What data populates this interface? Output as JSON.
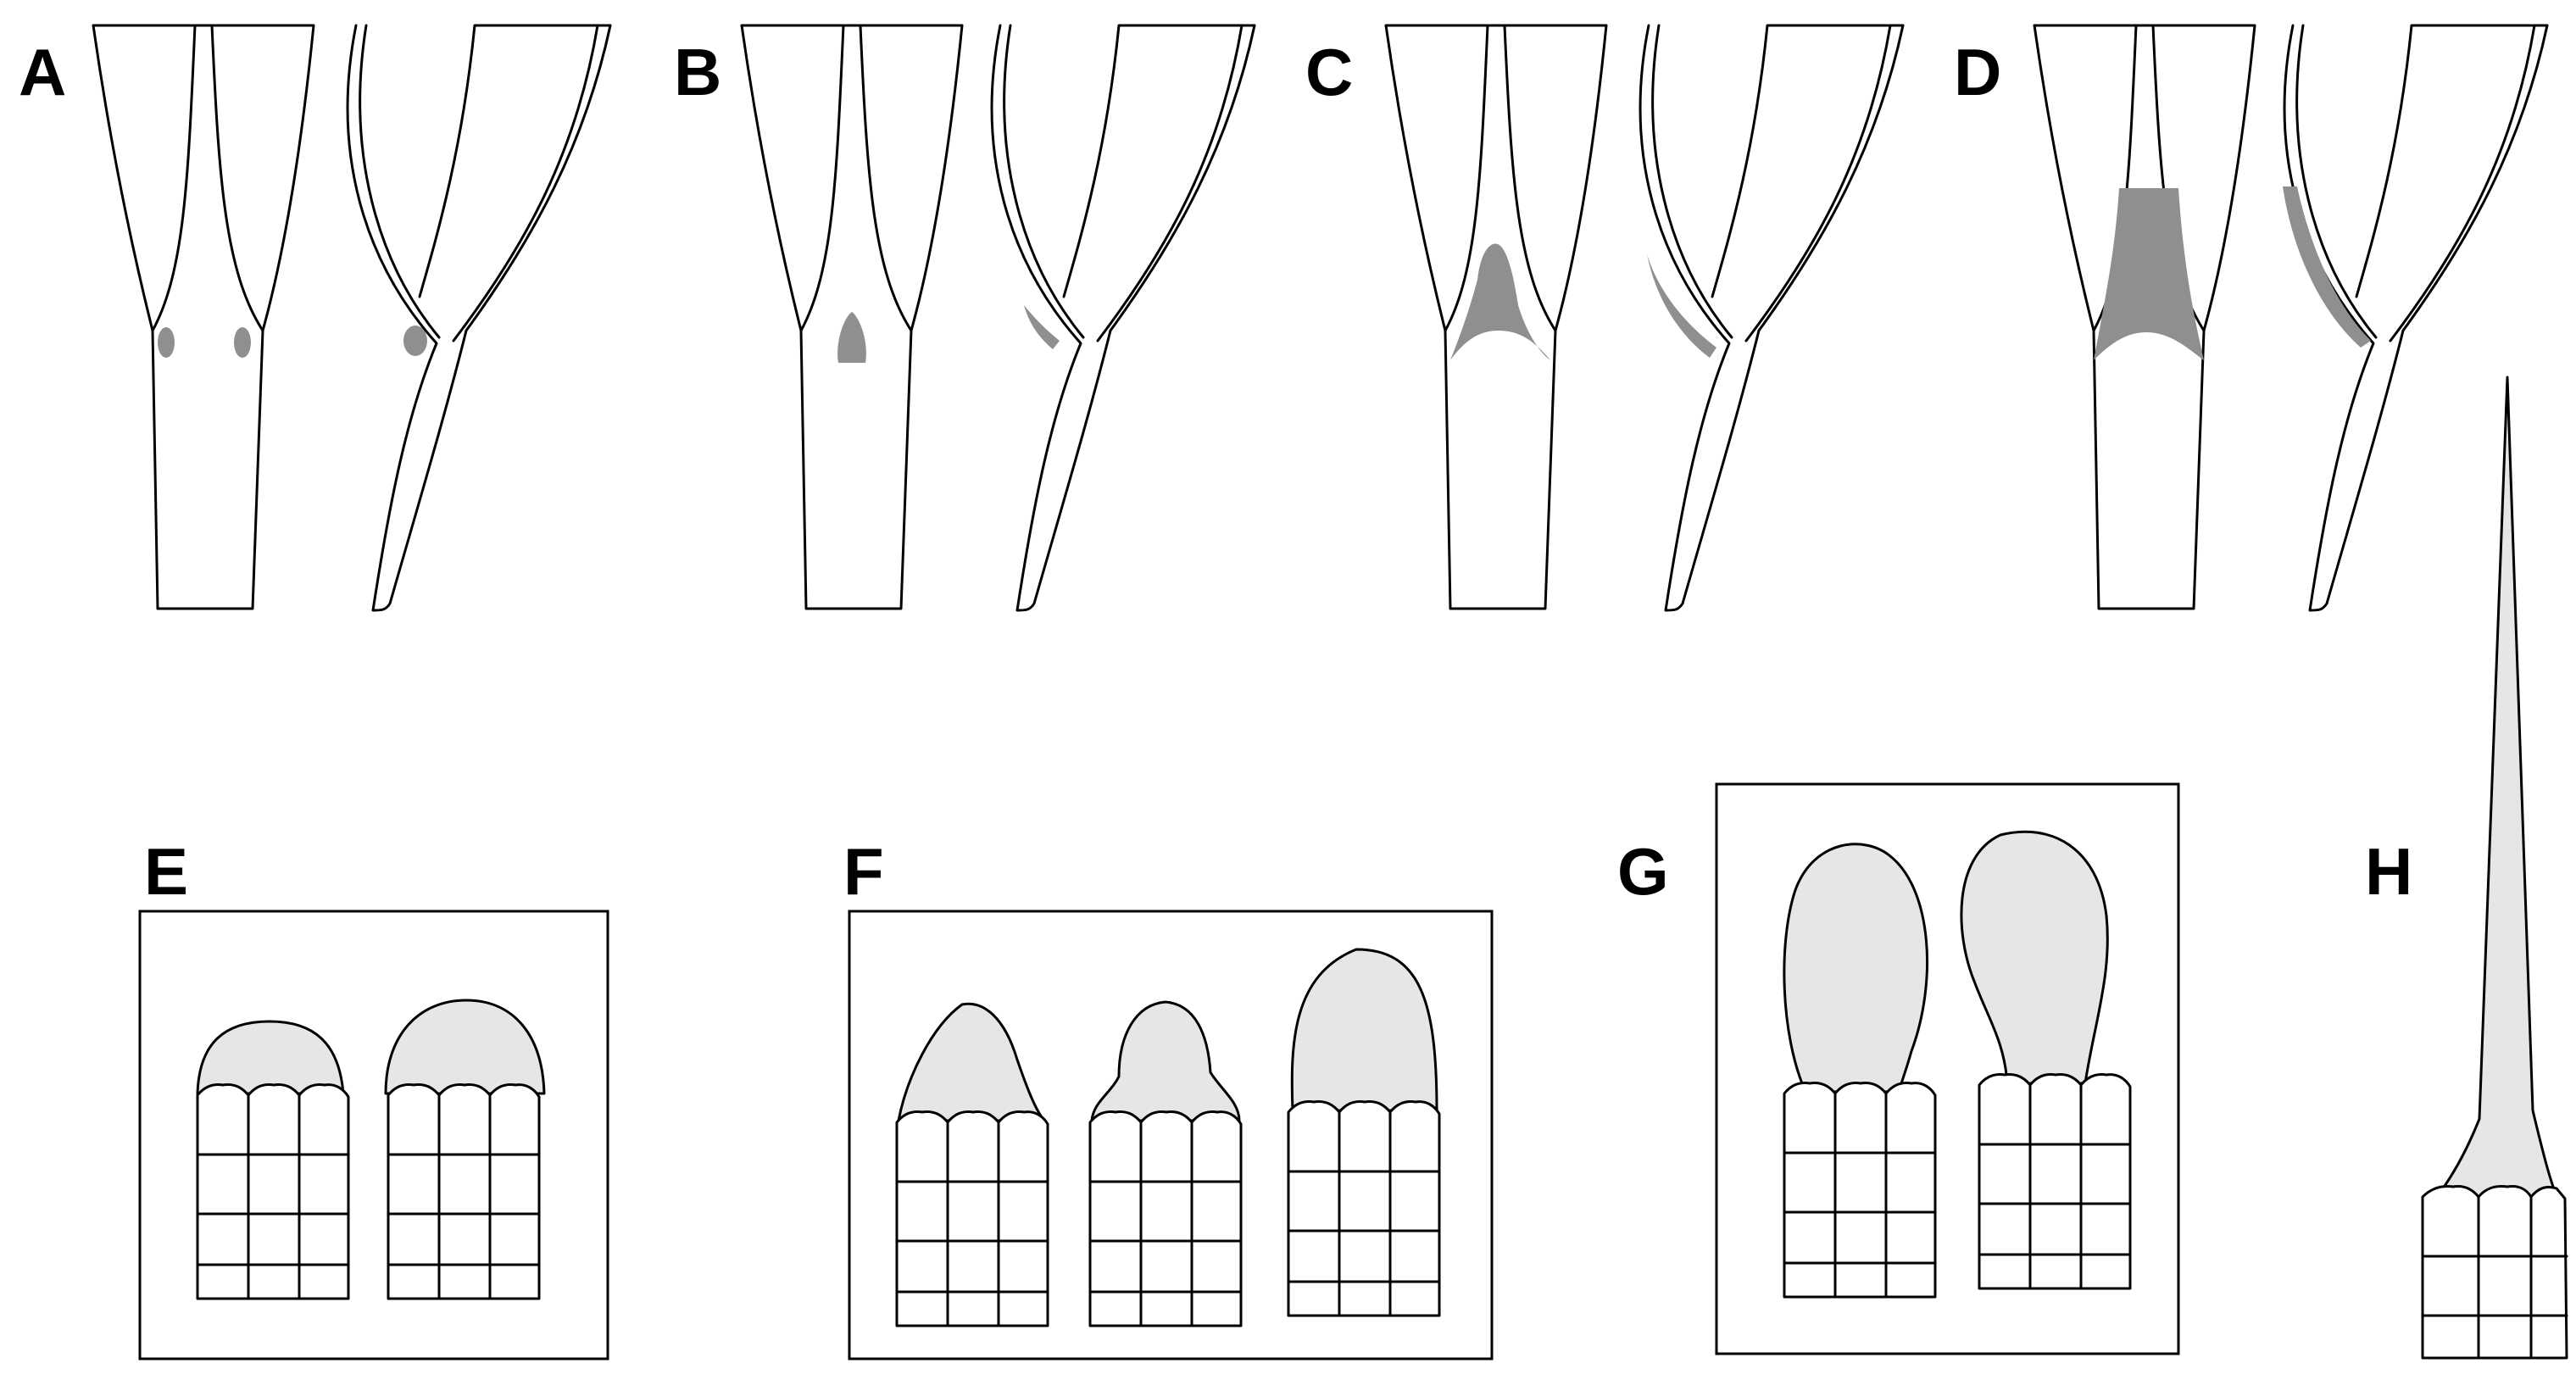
{
  "panels": {
    "a": "A",
    "b": "B",
    "c": "C",
    "d": "D",
    "e": "E",
    "f": "F",
    "g": "G",
    "h": "H"
  },
  "colors": {
    "stroke": "#000000",
    "dark_fill": "#8f8f8f",
    "light_fill": "#e6e6e6",
    "background": "#ffffff"
  }
}
